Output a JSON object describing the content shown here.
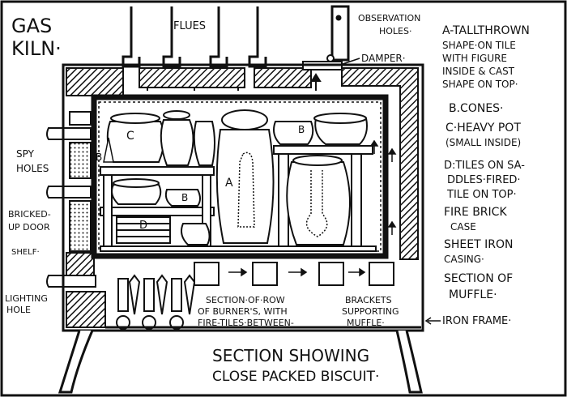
{
  "title": [
    "GAS",
    "KILN·"
  ],
  "labels": {
    "flues": "FLUES",
    "observation_holes": [
      "OBSERVATION",
      "HOLES·"
    ],
    "damper": "DAMPER·",
    "spy_holes": [
      "SPY",
      "HOLES"
    ],
    "bricked_up_door": [
      "BRICKED-",
      "UP DOOR"
    ],
    "shelf": "SHELF·",
    "lighting_hole": [
      "LIGHTING",
      "HOLE"
    ],
    "section_of_row": [
      "SECTION·OF·ROW",
      "OF BURNER'S, WITH",
      "FIRE-TILES·BETWEEN-"
    ],
    "brackets": [
      "BRACKETS",
      "SUPPORTING",
      "MUFFLE·"
    ],
    "iron_frame": "IRON FRAME·",
    "section_of_muffle": [
      "SECTION OF",
      "MUFFLE·"
    ],
    "caption": [
      "SECTION SHOWING",
      "CLOSE PACKED BISCUIT·"
    ]
  },
  "markers": {
    "a": "A",
    "b": "B",
    "c": "C",
    "d": "D"
  },
  "legend": [
    [
      "A-TALLTHROWN",
      "SHAPE·ON TILE",
      "WITH FIGURE",
      "INSIDE & CAST",
      "SHAPE ON TOP·"
    ],
    [
      "B.CONES·"
    ],
    [
      "C·HEAVY POT",
      "(SMALL INSIDE)"
    ],
    [
      "D:TILES ON SA-",
      "DDLES·FIRED·",
      "TILE ON TOP·"
    ],
    [
      "FIRE BRICK",
      "CASE"
    ],
    [
      "SHEET IRON",
      "CASING·"
    ]
  ],
  "colors": {
    "ink": "#111111",
    "paper": "#ffffff"
  }
}
